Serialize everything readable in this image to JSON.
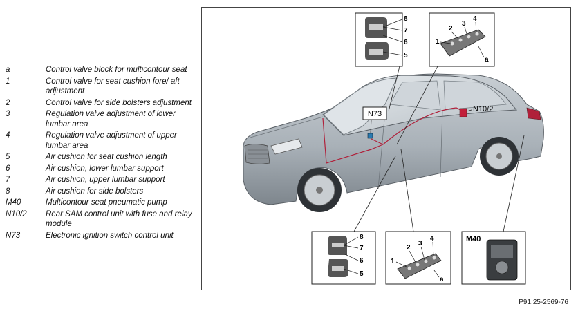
{
  "legend": [
    {
      "key": "a",
      "desc": "Control valve block for multicontour seat"
    },
    {
      "key": "1",
      "desc": "Control valve for seat cushion fore/ aft adjustment"
    },
    {
      "key": "2",
      "desc": "Control valve for side bolsters adjustment"
    },
    {
      "key": "3",
      "desc": "Regulation valve adjustment of lower lumbar area"
    },
    {
      "key": "4",
      "desc": "Regulation valve adjustment of upper lumbar area"
    },
    {
      "key": "5",
      "desc": "Air cushion for seat cushion length"
    },
    {
      "key": "6",
      "desc": "Air cushion, lower lumbar support"
    },
    {
      "key": "7",
      "desc": "Air cushion, upper lumbar support"
    },
    {
      "key": "8",
      "desc": "Air cushion for side bolsters"
    },
    {
      "key": "M40",
      "desc": "Multicontour seat pneumatic pump"
    },
    {
      "key": "N10/2",
      "desc": "Rear SAM control unit with fuse and relay module"
    },
    {
      "key": "N73",
      "desc": "Electronic ignition switch control unit"
    }
  ],
  "callouts": {
    "n73": "N73",
    "n10_2": "N10/2",
    "m40": "M40",
    "n1": "1",
    "n2": "2",
    "n3": "3",
    "n4": "4",
    "n5": "5",
    "n6": "6",
    "n7": "7",
    "n8": "8",
    "a": "a"
  },
  "caption": "P91.25-2569-76",
  "colors": {
    "wiring": "#b0203a",
    "car_body": "#a9b1b8",
    "frame": "#444444"
  }
}
